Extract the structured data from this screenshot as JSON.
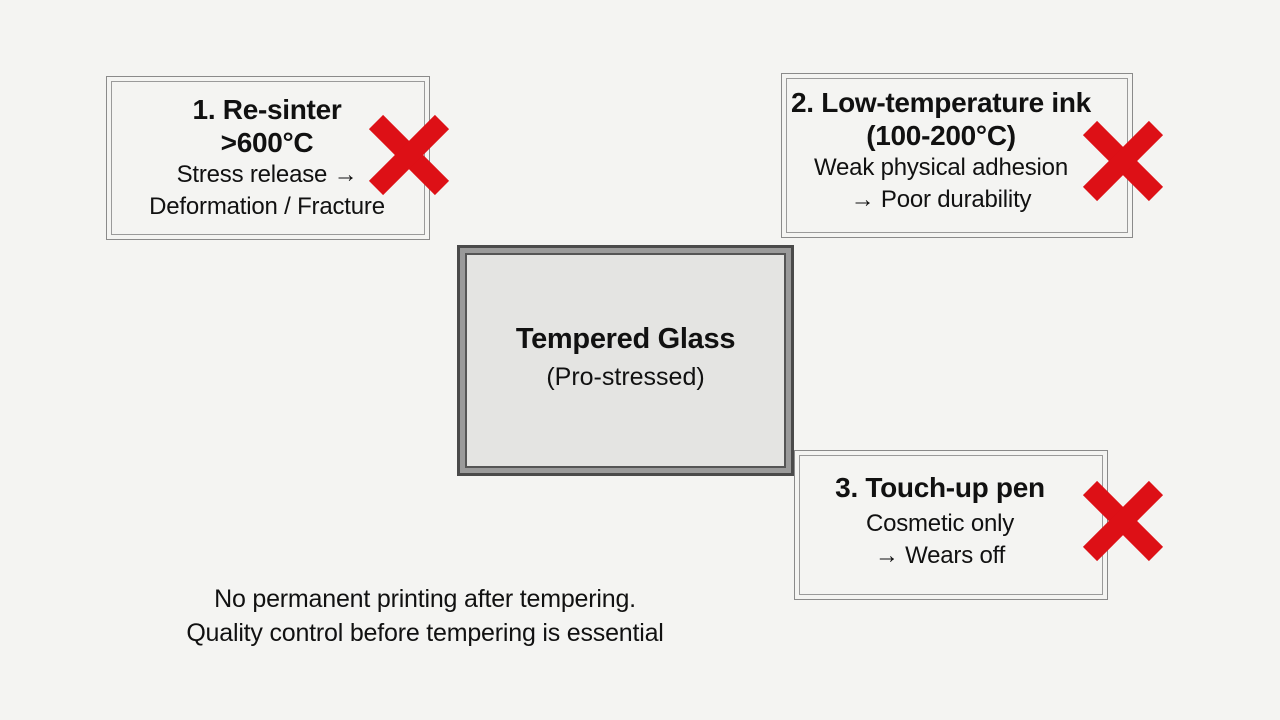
{
  "center": {
    "title": "Tempered Glass",
    "subtitle": "(Pro-stressed)"
  },
  "methods": [
    {
      "title_lines": [
        "1. Re-sinter",
        ">600°C"
      ],
      "desc_lines": [
        "Stress release →",
        "Deformation / Fracture"
      ],
      "status_icon": "red-x-icon"
    },
    {
      "title_lines": [
        "2. Low-temperature ink",
        "(100-200°C)"
      ],
      "desc_lines": [
        "Weak physical adhesion",
        "→ Poor durability"
      ],
      "status_icon": "red-x-icon"
    },
    {
      "title_lines": [
        "3. Touch-up pen"
      ],
      "desc_lines": [
        "Cosmetic only",
        "→ Wears off"
      ],
      "status_icon": "red-x-icon"
    }
  ],
  "footer": {
    "lines": [
      "No permanent printing after tempering.",
      "Quality control before tempering is essential"
    ]
  },
  "colors": {
    "background": "#f4f4f2",
    "x_mark": "#dd1016",
    "border": "#8a8a8a"
  }
}
